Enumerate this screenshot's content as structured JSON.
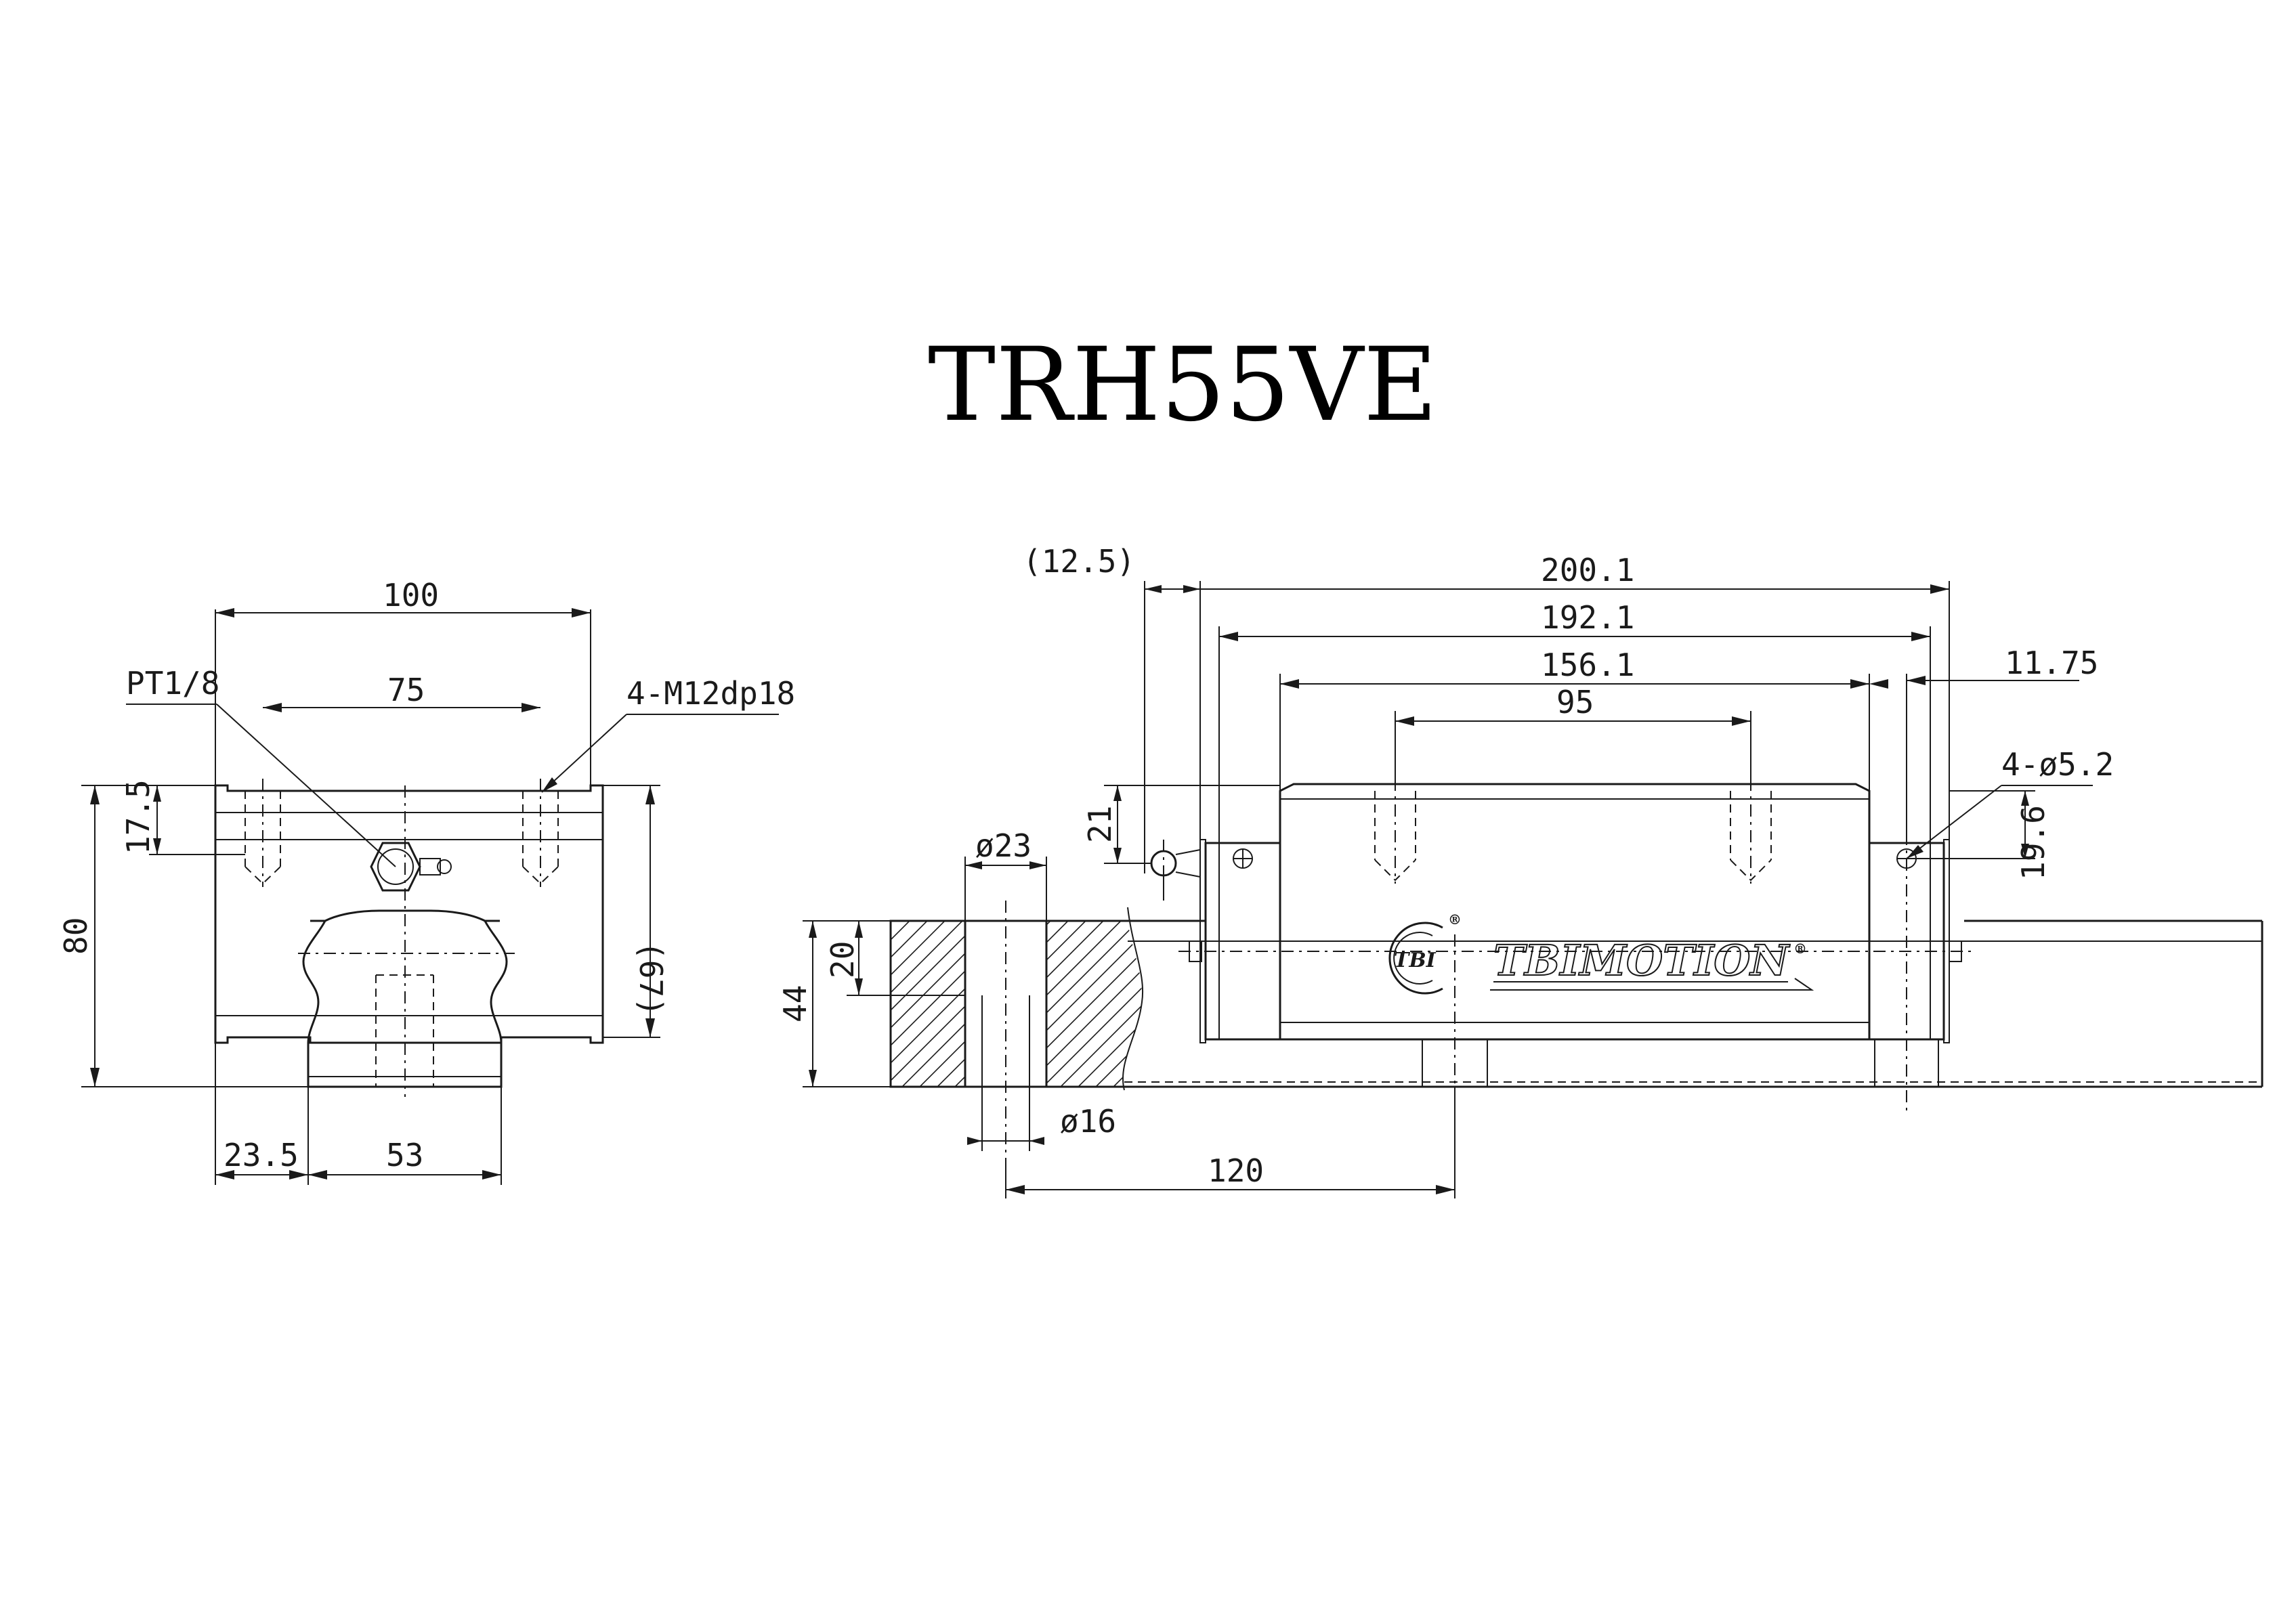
{
  "title": "TRH55VE",
  "front_view": {
    "dim_width": "100",
    "dim_hole_spacing": "75",
    "dim_height": "80",
    "dim_body_height": "(67)",
    "dim_top_to_hole": "17.5",
    "dim_side": "23.5",
    "dim_rail_width": "53",
    "label_grease": "PT1/8",
    "label_tap": "4-M12dp18"
  },
  "side_view": {
    "dim_seal": "(12.5)",
    "dim_overall_length": "200.1",
    "dim_block_length": "192.1",
    "dim_body_length": "156.1",
    "dim_hole_pitch": "95",
    "dim_end_offset": "11.75",
    "label_end_holes": "4-ø5.2",
    "dim_hole_height": "19.6",
    "dim_nipple_height": "21",
    "dim_rail_height": "44",
    "dim_counterbore_depth": "20",
    "dim_counterbore_dia": "ø23",
    "dim_bolt_hole_dia": "ø16",
    "dim_rail_pitch": "120"
  },
  "logo": {
    "brand": "TBIMOTION",
    "emblem": "TBI",
    "registered": "®"
  }
}
